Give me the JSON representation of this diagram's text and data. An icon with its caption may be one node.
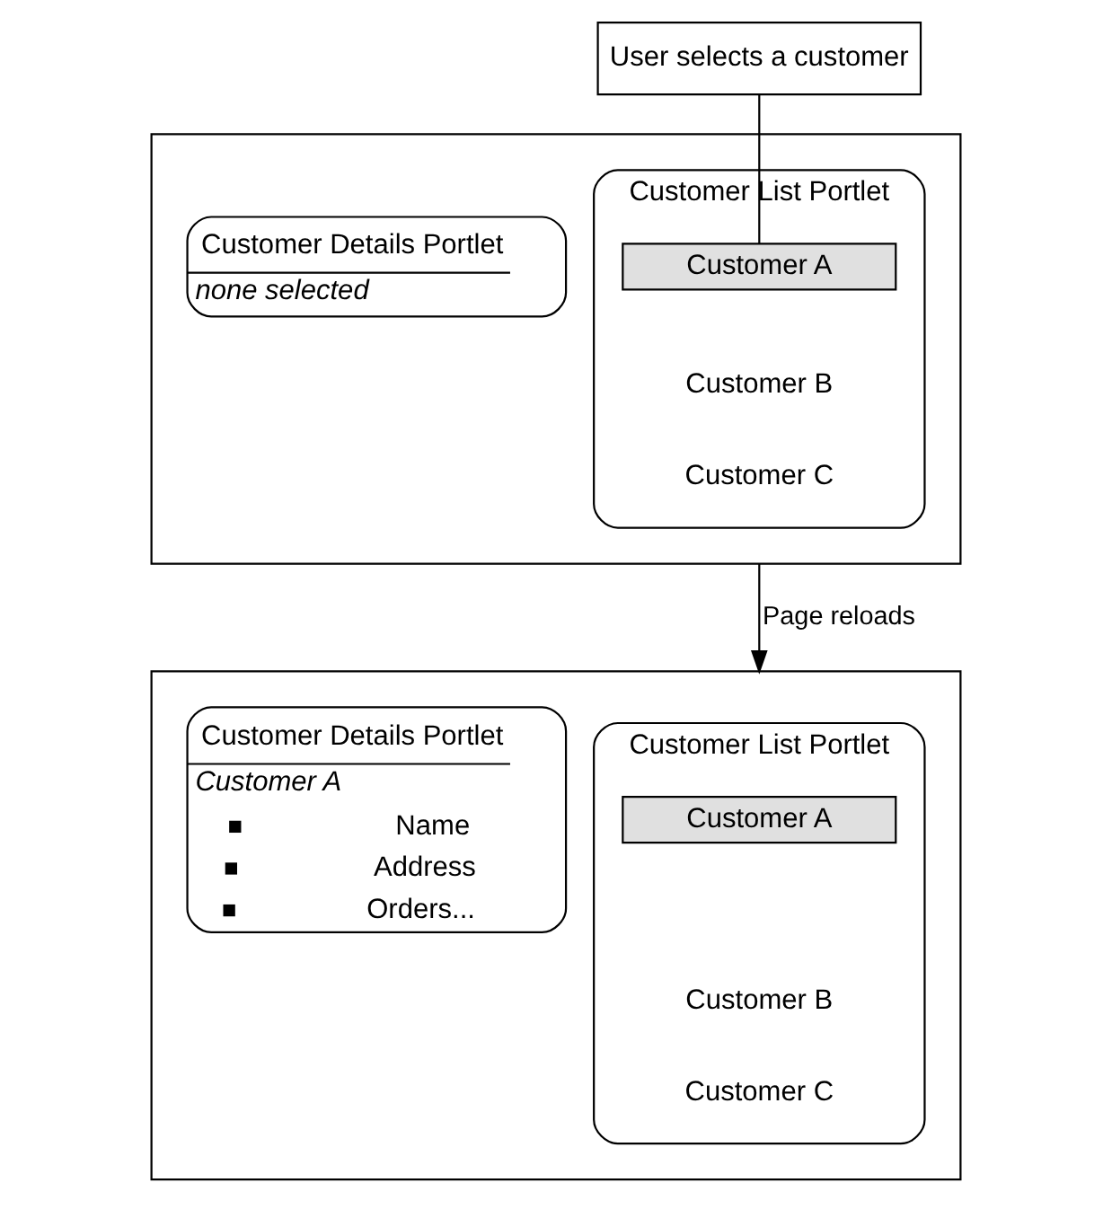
{
  "diagram": {
    "nodes": [
      {
        "text": [
          "User selects a customer"
        ]
      },
      {
        "text": [],
        "shape": "box"
      },
      {
        "text": [
          "Customer List Portlet"
        ],
        "in": 1
      },
      {
        "text": [
          "Customer A"
        ],
        "in": 2
      },
      {
        "text": [
          "Customer B"
        ],
        "in": 2
      },
      {
        "text": [
          "Customer C"
        ],
        "in": 2
      },
      {
        "text": [
          "Customer Details Portlet",
          "none selected"
        ],
        "in": 1
      },
      {
        "text": [],
        "shape": "box"
      },
      {
        "text": [
          "Customer List Portlet"
        ],
        "in": 7
      },
      {
        "text": [
          "Customer A"
        ],
        "in": 8
      },
      {
        "text": [
          "Customer B"
        ],
        "in": 8
      },
      {
        "text": [
          "Customer C"
        ],
        "in": 8
      },
      {
        "text": [
          "Customer Details Portlet",
          "Customer A",
          "Name",
          "Address",
          "Orders..."
        ],
        "in": 7
      }
    ],
    "edges": [
      {
        "from": 0,
        "to": 3,
        "arrow": "none"
      },
      {
        "from": 1,
        "to": 7,
        "arrow": "to",
        "label": "Page reloads"
      }
    ]
  }
}
